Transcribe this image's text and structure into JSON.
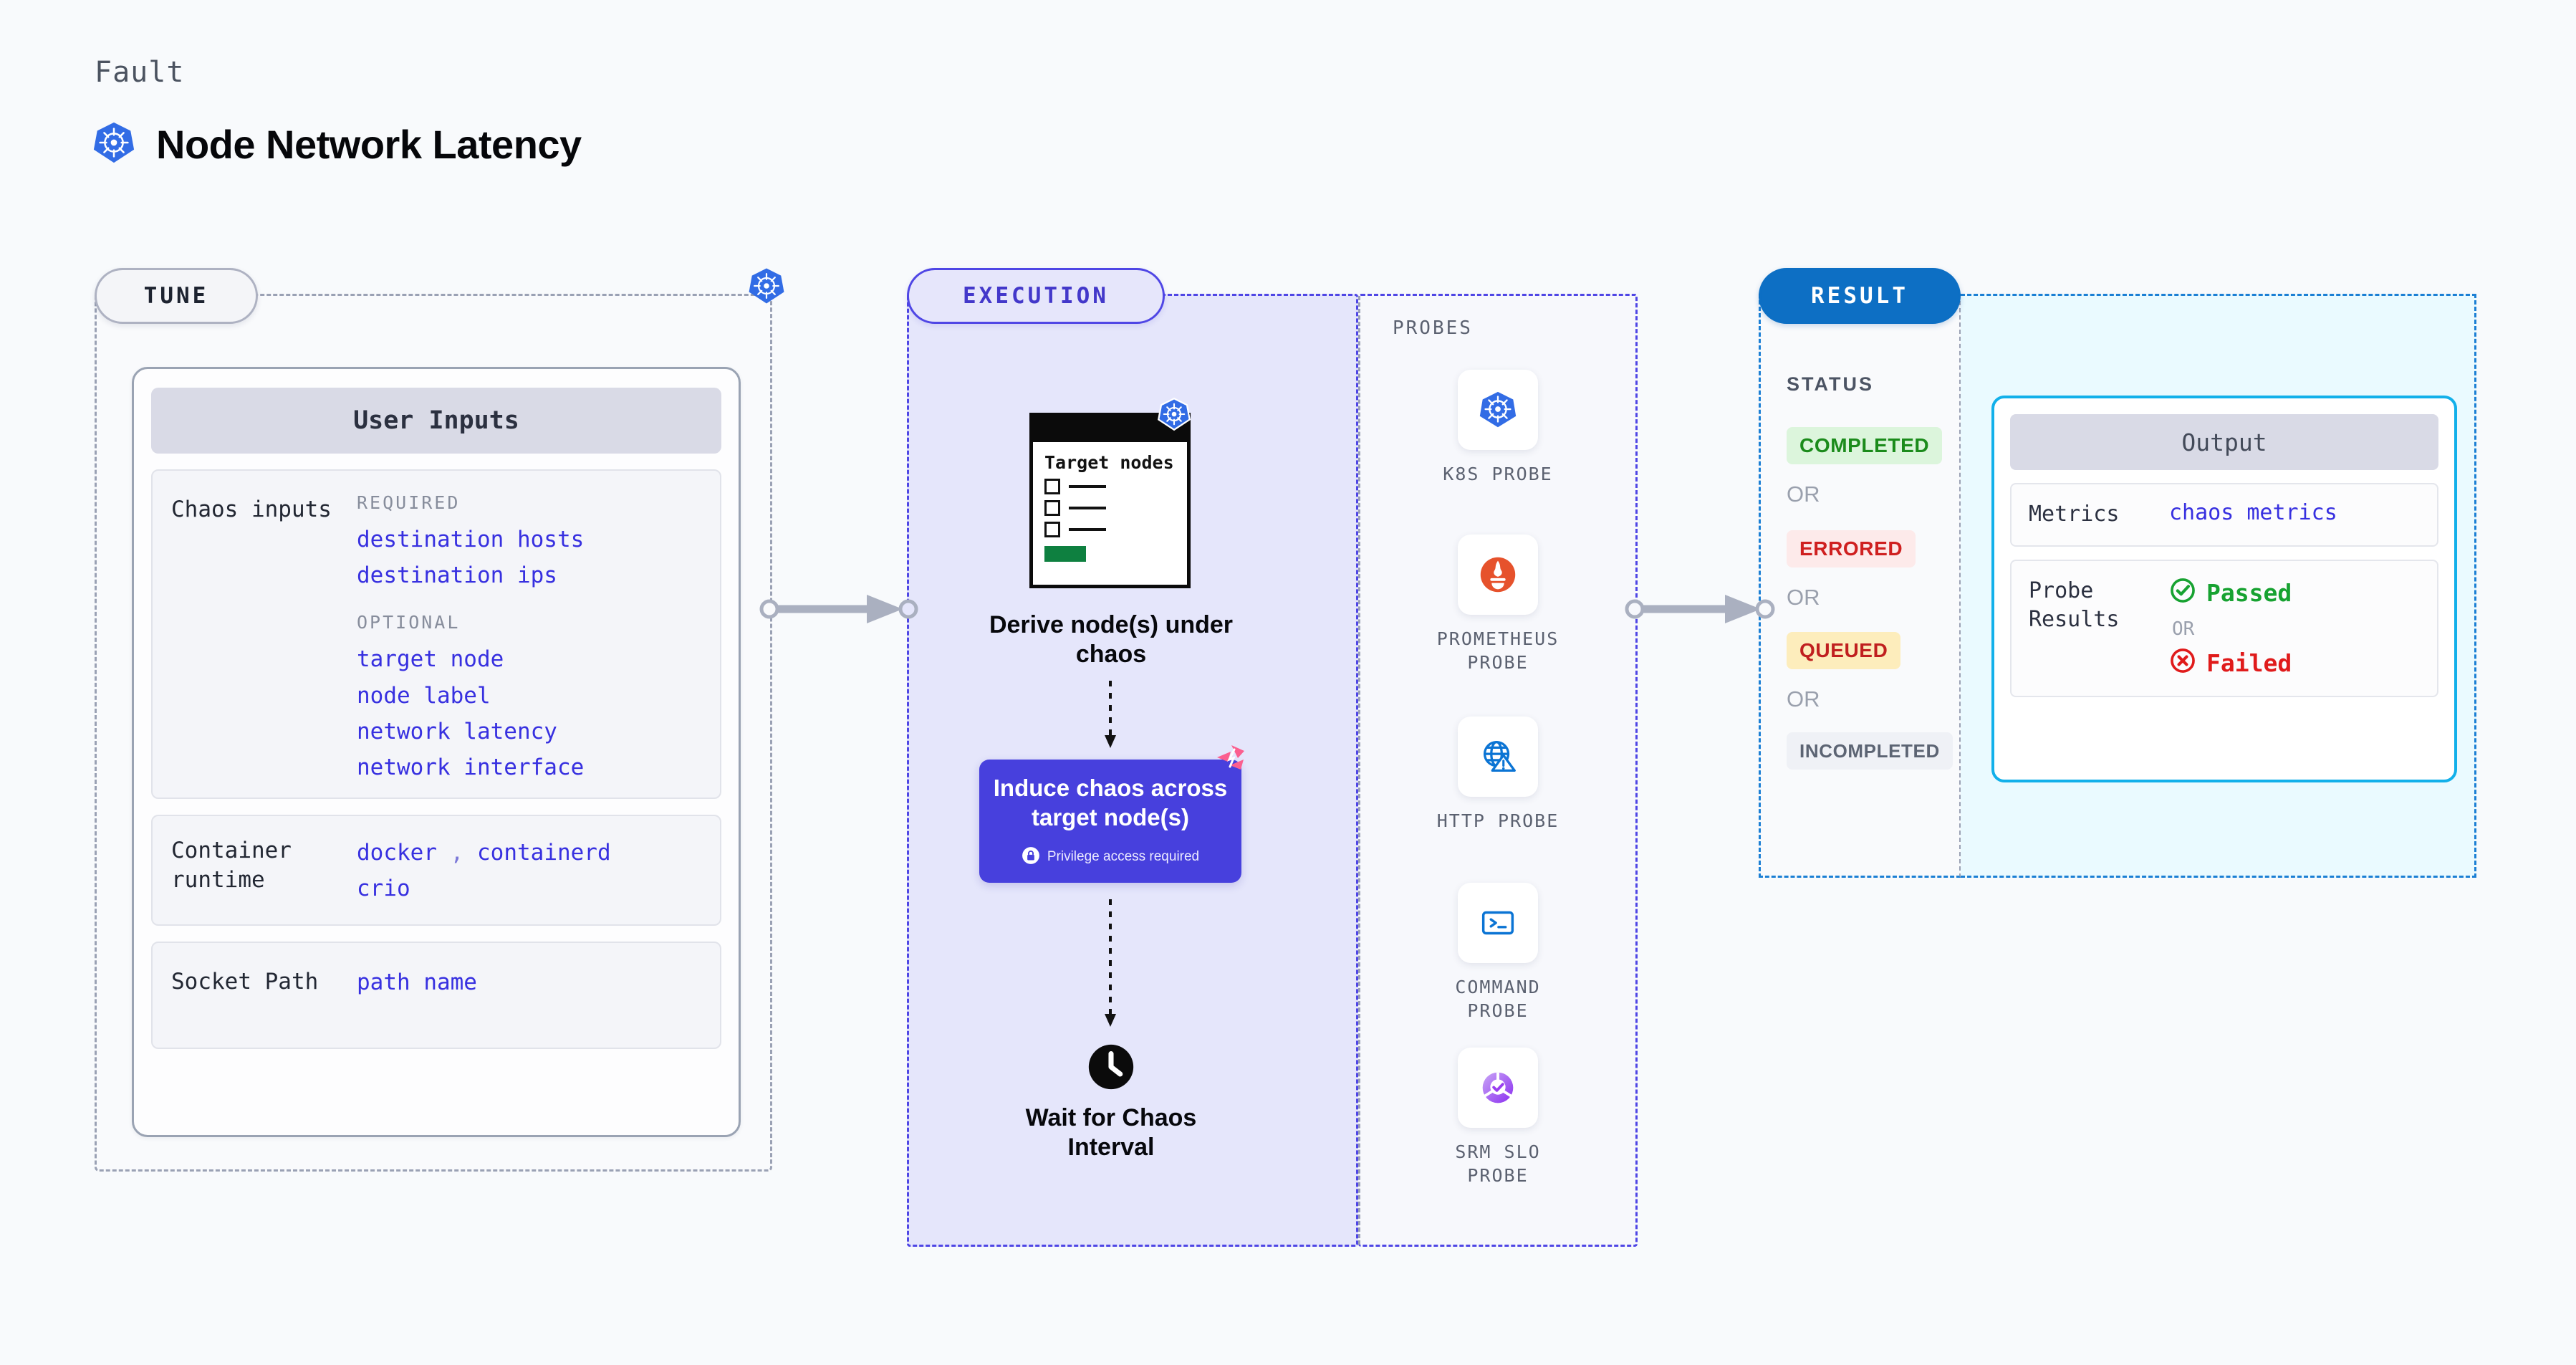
{
  "header": {
    "kicker": "Fault",
    "title": "Node Network Latency",
    "icon": "kubernetes-icon"
  },
  "tune": {
    "pill_label": "TUNE",
    "badge_icon": "kubernetes-icon",
    "card_title": "User Inputs",
    "rows": [
      {
        "label": "Chaos inputs",
        "groups": [
          {
            "heading": "REQUIRED",
            "values": [
              "destination hosts",
              "destination ips"
            ]
          },
          {
            "heading": "OPTIONAL",
            "values": [
              "target node",
              "node label",
              "network latency",
              "network interface"
            ]
          }
        ]
      },
      {
        "label": "Container runtime",
        "values_line1": "docker",
        "separator": ",",
        "values_line1b": "containerd",
        "values_line2": "crio"
      },
      {
        "label": "Socket Path",
        "values": [
          "path name"
        ]
      }
    ]
  },
  "execution": {
    "pill_label": "EXECUTION",
    "terminal": {
      "title": "Target nodes",
      "badge_icon": "kubernetes-icon",
      "checklist_rows": 3
    },
    "steps": [
      {
        "caption": "Derive node(s) under chaos"
      },
      {
        "caption": "Induce chaos across target node(s)",
        "note": "Privilege access required",
        "note_icon": "lock-icon",
        "mark_icon": "harness-icon"
      },
      {
        "caption": "Wait for Chaos Interval",
        "icon": "clock-icon"
      }
    ]
  },
  "probes": {
    "label": "PROBES",
    "items": [
      {
        "name": "K8S PROBE",
        "icon": "kubernetes-icon"
      },
      {
        "name": "PROMETHEUS PROBE",
        "icon": "prometheus-icon"
      },
      {
        "name": "HTTP PROBE",
        "icon": "http-globe-warning-icon"
      },
      {
        "name": "COMMAND PROBE",
        "icon": "terminal-prompt-icon"
      },
      {
        "name": "SRM SLO PROBE",
        "icon": "srm-slo-donut-check-icon"
      }
    ]
  },
  "result": {
    "pill_label": "RESULT",
    "status_label": "STATUS",
    "or_label": "OR",
    "statuses": [
      {
        "text": "COMPLETED",
        "bg": "#dcf5dc",
        "fg": "#1b8b1b"
      },
      {
        "text": "ERRORED",
        "bg": "#fdeaea",
        "fg": "#cf2020"
      },
      {
        "text": "QUEUED",
        "bg": "#fdedbc",
        "fg": "#c01f1f"
      },
      {
        "text": "INCOMPLETED",
        "bg": "#eff1f6",
        "fg": "#5c6473"
      }
    ],
    "output": {
      "title": "Output",
      "metrics_label": "Metrics",
      "metrics_value": "chaos metrics",
      "probe_results_label": "Probe Results",
      "passed_label": "Passed",
      "failed_label": "Failed",
      "or_label": "OR",
      "passed_icon": "check-circle-icon",
      "failed_icon": "x-circle-icon"
    }
  },
  "colors": {
    "background": "#f8fafc",
    "accent_purple": "#4740dd",
    "accent_blue": "#0d6fc4",
    "accent_cyan": "#12b0ea",
    "value_text": "#3730e0",
    "k8s_blue": "#326ce5",
    "harness_pink": "#fb5f8f"
  }
}
